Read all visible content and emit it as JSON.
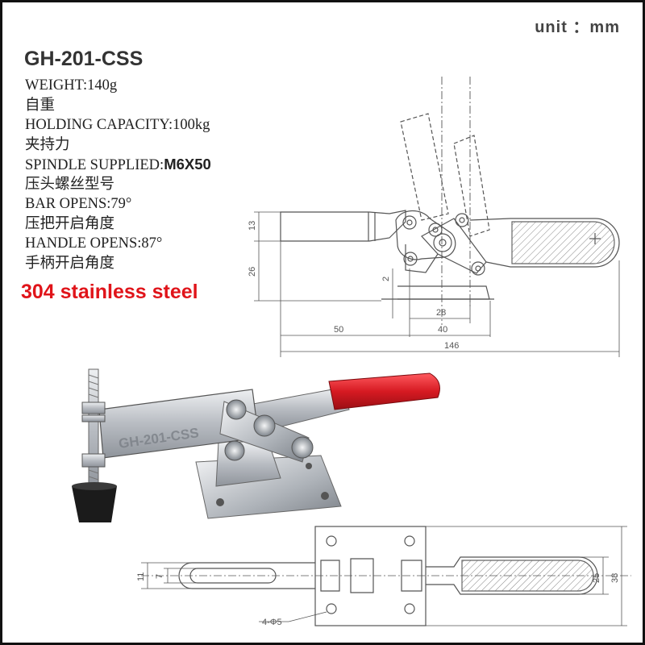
{
  "unit_label": "unit ：mm",
  "model": "GH-201-CSS",
  "specs": [
    {
      "en": "WEIGHT:",
      "value": "140g",
      "zh": "自重"
    },
    {
      "en": "HOLDING CAPACITY:",
      "value": "100kg",
      "zh": "夹持力"
    },
    {
      "en": "SPINDLE SUPPLIED:",
      "value": "M6X50",
      "zh": "压头螺丝型号"
    },
    {
      "en": "BAR OPENS:",
      "value": "79°",
      "zh": "压把开启角度"
    },
    {
      "en": "HANDLE OPENS:",
      "value": "87°",
      "zh": "手柄开启角度"
    }
  ],
  "material": "304 stainless steel",
  "dims_side": {
    "d13": "13",
    "d26": "26",
    "d2": "2",
    "d28": "28",
    "d50": "50",
    "d40": "40",
    "d146": "146"
  },
  "dims_top": {
    "d11": "11",
    "d7": "7",
    "d25": "25",
    "d38": "38",
    "holes": "4-Φ5"
  },
  "photo_marking": "GH-201-CSS",
  "colors": {
    "material_red": "#e0141a",
    "grip_red": "#d61a22",
    "drawing_line": "#555555",
    "steel": "#c9ccd0"
  }
}
